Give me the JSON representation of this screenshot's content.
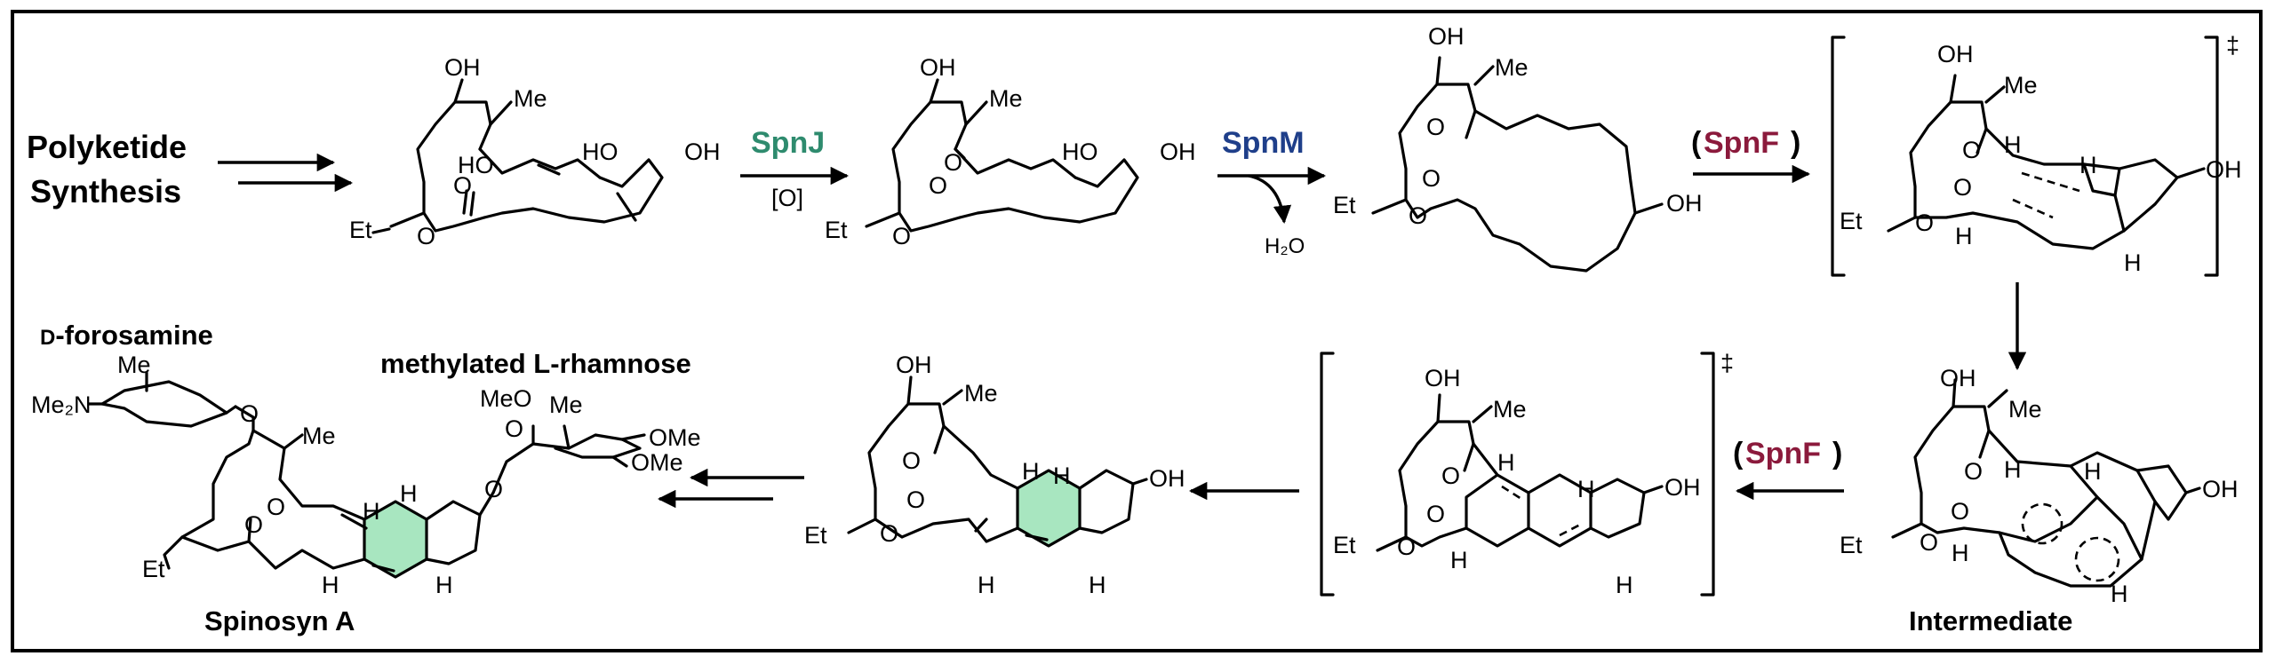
{
  "colors": {
    "spnj": "#2e8b6e",
    "spnm": "#1f3f8a",
    "spnf": "#8b1a3c",
    "ring_fill": "#a8e6c0",
    "frame": "#000000"
  },
  "labels": {
    "polyketide_line1": "Polyketide",
    "polyketide_line2": "Synthesis",
    "spnj": "SpnJ",
    "oxidation": "[O]",
    "spnm": "SpnM",
    "water": "H₂O",
    "spnf_open": "(",
    "spnf": "SpnF",
    "spnf_close": ")",
    "double_dagger": "‡",
    "intermediate": "Intermediate",
    "spinosyn": "Spinosyn A",
    "forosamine_prefix": "D",
    "forosamine_rest": "-forosamine",
    "rhamnose": "methylated L-rhamnose"
  },
  "atoms": {
    "oh": "OH",
    "ho": "HO",
    "me": "Me",
    "et": "Et",
    "o": "O",
    "h": "H",
    "meo": "MeO",
    "ome": "OMe",
    "me2n": "Me₂N"
  }
}
